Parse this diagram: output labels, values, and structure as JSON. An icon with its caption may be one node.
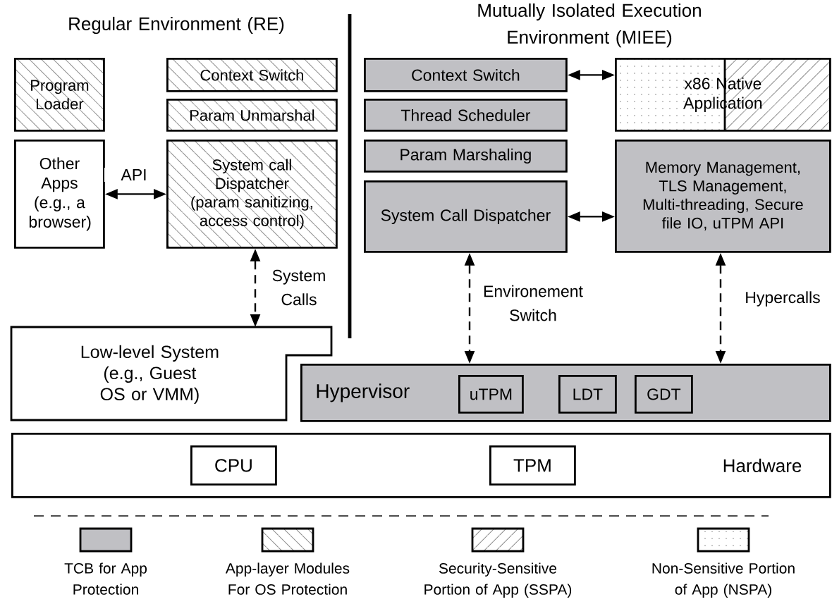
{
  "diagram": {
    "nodes": [
      {
        "text": [
          "Program Loader"
        ]
      },
      {
        "text": [
          "Context Switch"
        ]
      },
      {
        "text": [
          "Param Unmarshal"
        ]
      },
      {
        "text": [
          "Other Apps (e.g., a browser)"
        ]
      },
      {
        "text": [
          "System call Dispatcher (param sanitizing, access control)"
        ]
      },
      {
        "text": [
          "Low-level System (e.g., Guest OS or VMM)"
        ]
      },
      {
        "text": [
          "Context Switch"
        ]
      },
      {
        "text": [
          "x86 Native Application"
        ]
      },
      {
        "text": [
          "Thread Scheduler"
        ]
      },
      {
        "text": [
          "Param Marshaling"
        ]
      },
      {
        "text": [
          "Memory Management, TLS Management, Multi-threading, Secure file IO, uTPM API"
        ]
      },
      {
        "text": [
          "System Call Dispatcher"
        ]
      },
      {
        "text": [
          "Hypervisor"
        ]
      },
      {
        "text": [
          "uTPM"
        ],
        "in": 12
      },
      {
        "text": [
          "LDT"
        ],
        "in": 12
      },
      {
        "text": [
          "GDT"
        ],
        "in": 12
      },
      {
        "text": [
          "Hardware"
        ]
      },
      {
        "text": [
          "CPU"
        ],
        "in": 16
      },
      {
        "text": [
          "TPM"
        ],
        "in": 16
      }
    ],
    "edges": [
      {
        "from": 3,
        "to": 4,
        "arrow": "both",
        "label": "API"
      },
      {
        "from": 4,
        "to": 5,
        "arrow": "both",
        "label": "System Calls",
        "style": "dashed"
      },
      {
        "from": 6,
        "to": 7,
        "arrow": "both"
      },
      {
        "from": 11,
        "to": 10,
        "arrow": "both"
      },
      {
        "from": 11,
        "to": 12,
        "arrow": "both",
        "label": "Environement Switch",
        "style": "dashed"
      },
      {
        "from": 10,
        "to": 12,
        "arrow": "both",
        "label": "Hypercalls",
        "style": "dashed"
      }
    ],
    "labels": [
      "Regular Environment (RE)",
      "Mutually Isolated Execution Environment (MIEE)"
    ],
    "legend": [
      {
        "text": "TCB for App Protection",
        "color": "#c0c0c4"
      },
      {
        "text": "App-layer Modules For OS Protection"
      },
      {
        "text": "Security-Sensitive Portion of App (SSPA)"
      },
      {
        "text": "Non-Sensitive Portion of App (NSPA)"
      }
    ]
  }
}
